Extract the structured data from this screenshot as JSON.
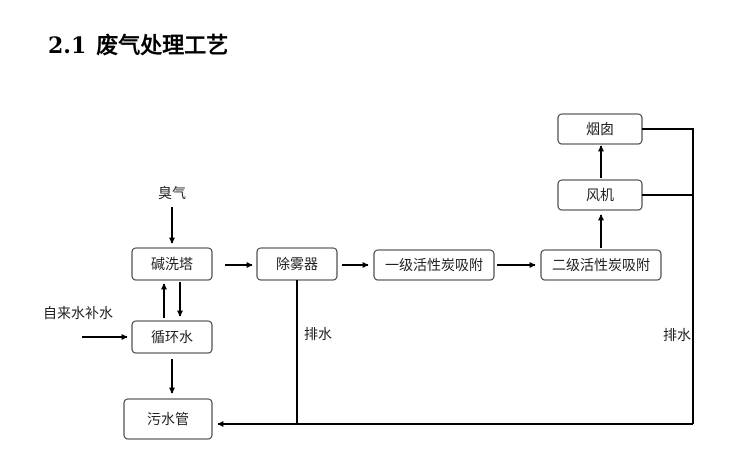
{
  "heading": {
    "number": "2.1",
    "title": "废气处理工艺"
  },
  "diagram": {
    "nodes": {
      "chimney": "烟囱",
      "fan": "风机",
      "scrubber": "碱洗塔",
      "demister": "除雾器",
      "carbon1": "一级活性炭吸附",
      "carbon2": "二级活性炭吸附",
      "circulating_water": "循环水",
      "sewer": "污水管"
    },
    "labels": {
      "odor": "臭气",
      "tap_water": "自来水补水",
      "drain_left": "排水",
      "drain_right": "排水"
    },
    "colors": {
      "line": "#000000",
      "box_stroke": "#333333"
    }
  }
}
